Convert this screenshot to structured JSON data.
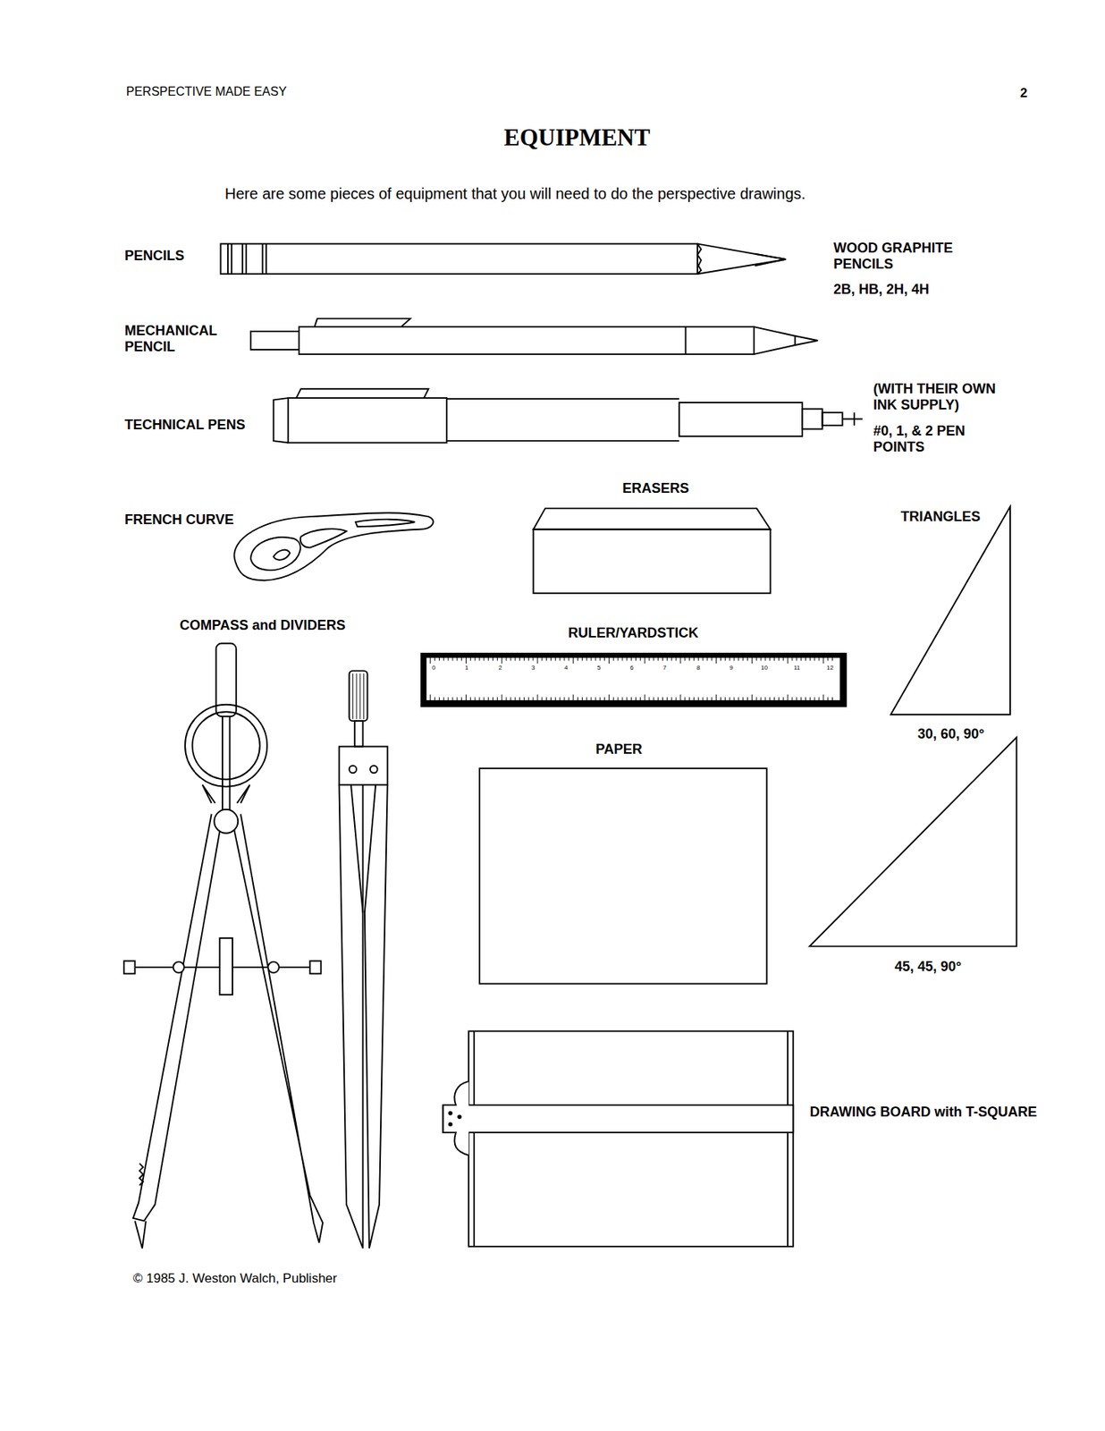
{
  "diagram": {
    "title": "EQUIPMENT",
    "labels": [
      "PERSPECTIVE MADE EASY",
      "2",
      "Here are some pieces of equipment that you will need to do the perspective drawings.",
      "PENCILS",
      "WOOD GRAPHITE PENCILS",
      "2B, HB, 2H, 4H",
      "MECHANICAL PENCIL",
      "TECHNICAL PENS",
      "(WITH THEIR OWN INK SUPPLY)",
      "#0, 1, & 2 PEN POINTS",
      "FRENCH CURVE",
      "ERASERS",
      "TRIANGLES",
      "COMPASS and DIVIDERS",
      "RULER/YARDSTICK",
      "30, 60, 90°",
      "PAPER",
      "45, 45, 90°",
      "DRAWING BOARD with T-SQUARE",
      "© 1985  J. Weston Walch, Publisher",
      "0",
      "1",
      "2",
      "3",
      "4",
      "5",
      "6",
      "7",
      "8",
      "9",
      "10",
      "11",
      "12"
    ]
  }
}
